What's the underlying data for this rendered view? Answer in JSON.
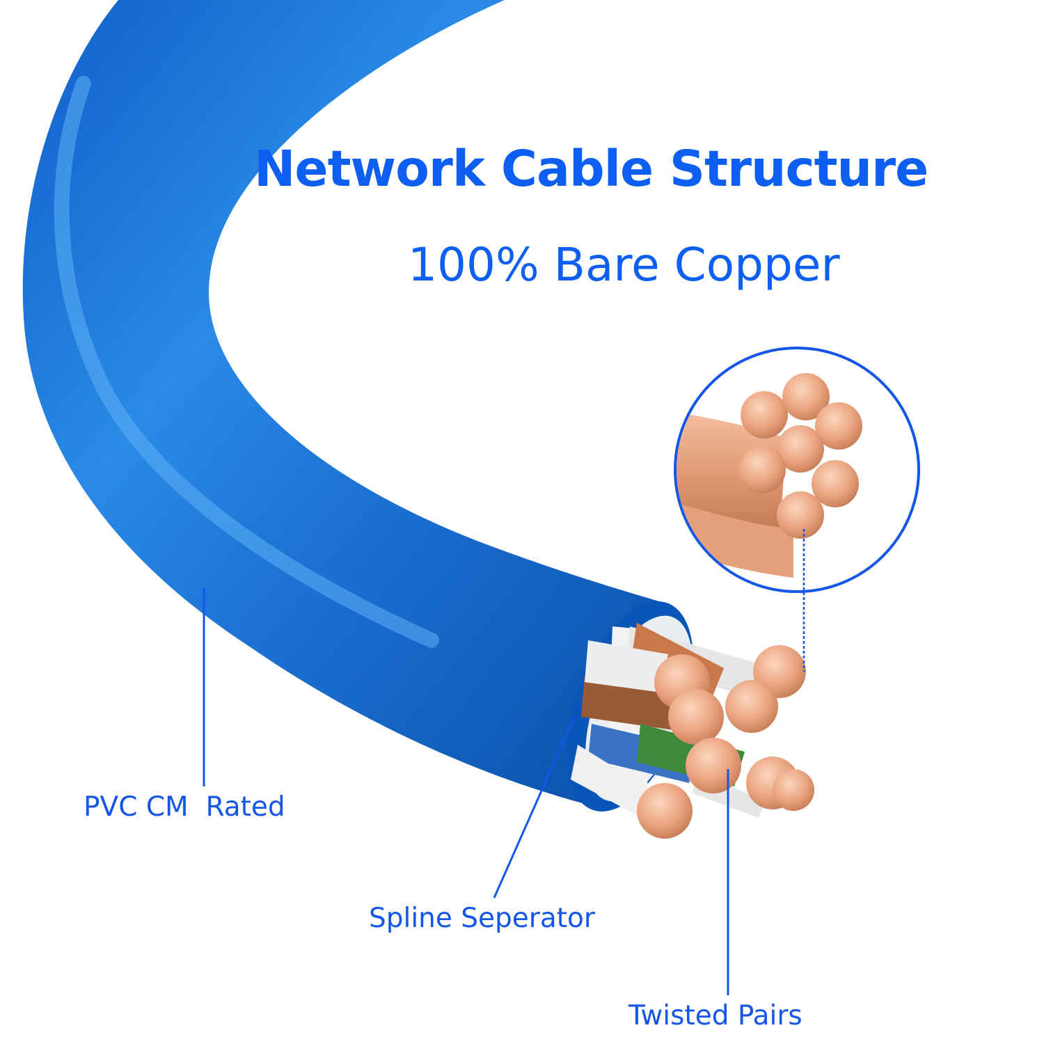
{
  "title": "Network Cable Structure",
  "subtitle": "100% Bare Copper",
  "labels": {
    "jacket": "PVC CM  Rated",
    "spline": "Spline Seperator",
    "pairs": "Twisted Pairs"
  },
  "colors": {
    "text_blue": "#0c5ff0",
    "jacket_blue": "#1f77d6",
    "copper": "#e8a07c"
  }
}
